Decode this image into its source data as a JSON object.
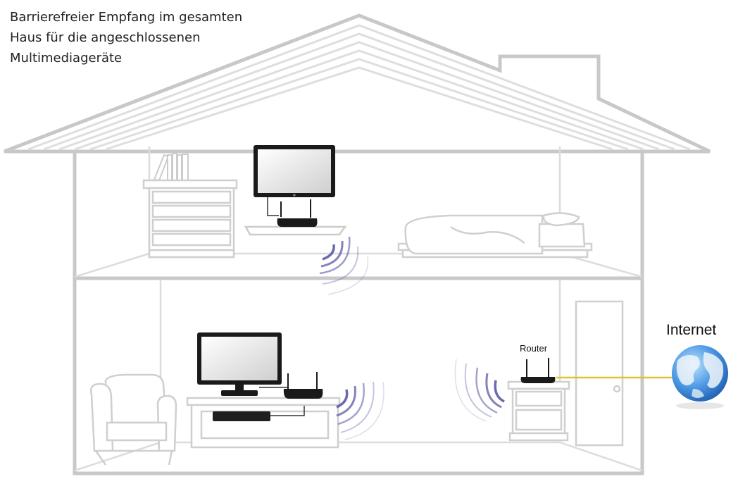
{
  "caption": {
    "lines": [
      "Barrierefreier Empfang im gesamten",
      "Haus für die angeschlossenen",
      "Multimediageräte"
    ]
  },
  "labels": {
    "router": "Router",
    "internet": "Internet"
  },
  "colors": {
    "wall": "#c8c8c8",
    "roof_lines": "#d9d9d9",
    "furniture": "#d4d4d4",
    "device": "#1a1a1a",
    "signal": "#5a5aa6",
    "internet_cable": "#e0c23a",
    "globe": "#3f87d8"
  }
}
